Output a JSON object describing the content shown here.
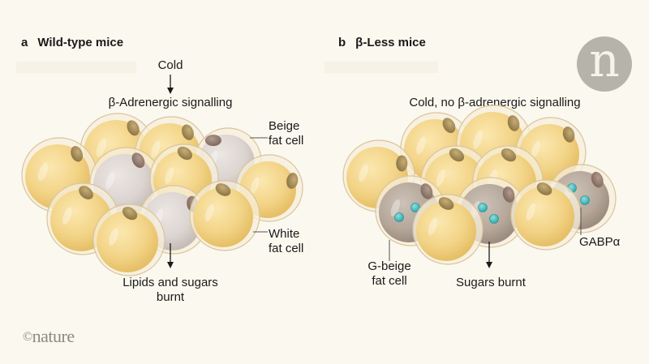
{
  "panel_a": {
    "letter": "a",
    "title": "Wild-type mice",
    "stimulus": "Cold",
    "signal": "β-Adrenergic signalling",
    "label_beige": [
      "Beige",
      "fat cell"
    ],
    "label_white": [
      "White",
      "fat cell"
    ],
    "outcome": [
      "Lipids and sugars",
      "burnt"
    ]
  },
  "panel_b": {
    "letter": "b",
    "title": "β-Less mice",
    "signal": "Cold, no β-adrenergic signalling",
    "label_gbeige": [
      "G-beige",
      "fat cell"
    ],
    "label_gabp": "GABPα",
    "outcome": "Sugars burnt"
  },
  "branding": {
    "logo_letter": "n",
    "copyright_symbol": "©",
    "copyright_text": "nature"
  },
  "colors": {
    "background": "#faf8ef",
    "white_fat_cell": "#f3d589",
    "beige_fat_cell": "#ddd6d2",
    "g_beige_fat_cell": "#b8aa9e",
    "nucleus": "#9c8550",
    "gabp_dot": "#3fb8b8",
    "logo_grey": "#b5b3aa"
  }
}
